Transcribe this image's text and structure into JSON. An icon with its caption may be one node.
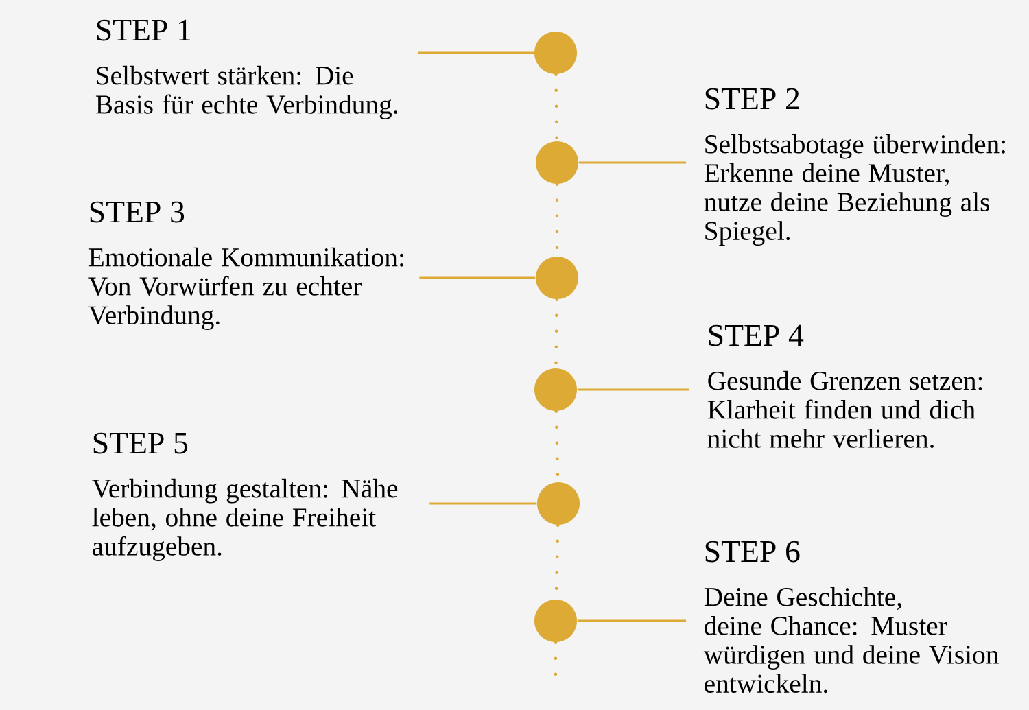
{
  "diagram": {
    "nodes": [
      {
        "text": [
          "STEP 1",
          "Selbstwert stärken: Die Basis für echte Verbindung."
        ]
      },
      {
        "text": [
          "STEP 2",
          "Selbstsabotage überwinden: Erkenne deine Muster, nutze deine Beziehung als Spiegel."
        ]
      },
      {
        "text": [
          "STEP 3",
          "Emotionale Kommunikation: Von Vorwürfen zu echter Verbindung."
        ]
      },
      {
        "text": [
          "STEP 4",
          "Gesunde Grenzen setzen: Klarheit finden und dich nicht mehr verlieren."
        ]
      },
      {
        "text": [
          "STEP 5",
          "Verbindung gestalten: Nähe leben, ohne deine Freiheit aufzugeben."
        ]
      },
      {
        "text": [
          "STEP 6",
          "Deine Geschichte, deine Chance: Muster würdigen und deine Vision entwickeln."
        ]
      },
      {
        "text": [],
        "shape": "circle"
      },
      {
        "text": [],
        "shape": "circle"
      },
      {
        "text": [],
        "shape": "circle"
      },
      {
        "text": [],
        "shape": "circle"
      },
      {
        "text": [],
        "shape": "circle"
      },
      {
        "text": [],
        "shape": "circle"
      }
    ],
    "edges": [
      {
        "from": 0,
        "to": 6,
        "arrow": "none"
      },
      {
        "from": 7,
        "to": 1,
        "arrow": "none"
      },
      {
        "from": 2,
        "to": 8,
        "arrow": "none"
      },
      {
        "from": 9,
        "to": 3,
        "arrow": "none"
      },
      {
        "from": 4,
        "to": 10,
        "arrow": "none"
      },
      {
        "from": 11,
        "to": 5,
        "arrow": "none"
      },
      {
        "from": 6,
        "to": 7,
        "arrow": "none",
        "style": "dashed"
      },
      {
        "from": 7,
        "to": 8,
        "arrow": "none",
        "style": "dashed"
      },
      {
        "from": 8,
        "to": 9,
        "arrow": "none",
        "style": "dashed"
      },
      {
        "from": 9,
        "to": 10,
        "arrow": "none",
        "style": "dashed"
      },
      {
        "from": 10,
        "to": 11,
        "arrow": "none",
        "style": "dashed"
      },
      {
        "from": 11,
        "to": null,
        "arrow": "none",
        "style": "dashed"
      }
    ]
  }
}
